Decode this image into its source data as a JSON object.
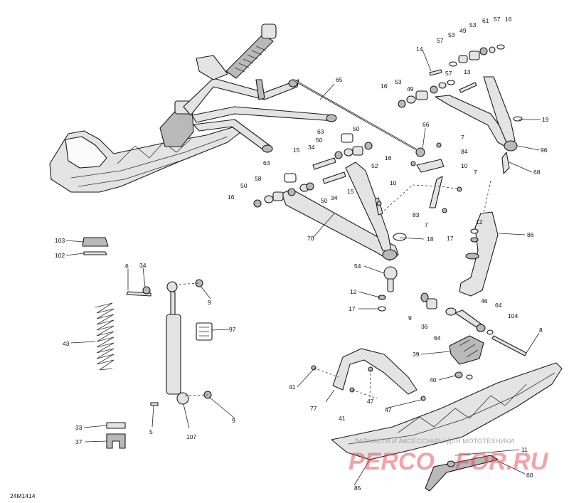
{
  "diagram_code": "24M1414",
  "watermark": {
    "tagline": "ЗАПЧАСТИ И АКСЕССУАРЫ ДЛЯ МОТОТЕХНИКИ",
    "brand_left": "PERCO",
    "brand_right": "FOR.RU",
    "color": "#e23b44"
  },
  "callouts": [
    "103",
    "102",
    "6",
    "34",
    "9",
    "43",
    "97",
    "33",
    "37",
    "5",
    "107",
    "9",
    "65",
    "14",
    "57",
    "53",
    "49",
    "61",
    "57",
    "16",
    "53",
    "49",
    "53",
    "57",
    "16",
    "13",
    "19",
    "96",
    "68",
    "66",
    "7",
    "84",
    "10",
    "7",
    "63",
    "50",
    "15",
    "34",
    "50",
    "52",
    "16",
    "63",
    "58",
    "50",
    "16",
    "15",
    "34",
    "50",
    "10",
    "83",
    "7",
    "70",
    "18",
    "12",
    "17",
    "86",
    "54",
    "12",
    "17",
    "9",
    "36",
    "46",
    "64",
    "64",
    "104",
    "8",
    "39",
    "40",
    "41",
    "77",
    "41",
    "47",
    "47",
    "85",
    "11",
    "60"
  ]
}
